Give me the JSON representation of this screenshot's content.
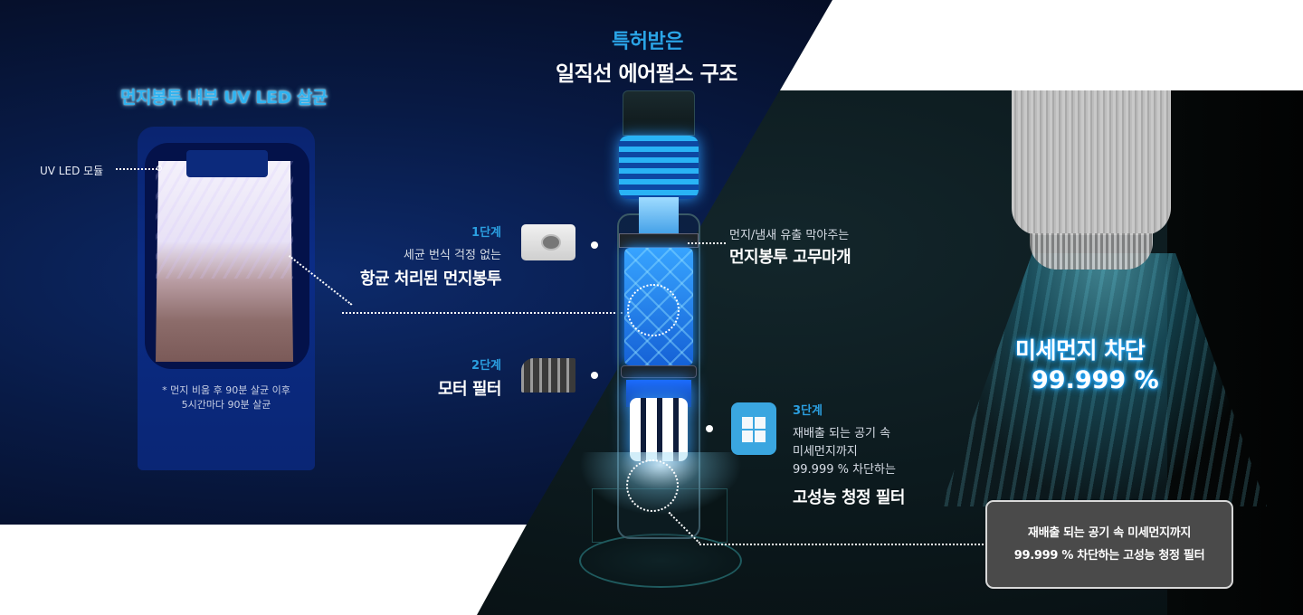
{
  "colors": {
    "accent_blue": "#2b9fe0",
    "glow_blue": "#2fb3f0",
    "navy_panel": "#081a45",
    "teal_panel": "#0c1a1e",
    "callout_bg": "#4a4a4a",
    "white": "#ffffff"
  },
  "left_section": {
    "title": "먼지봉투 내부 UV LED 살균",
    "uv_led_label": "UV LED 모듈",
    "note_line1": "* 먼지 비움 후 90분 살균 이후",
    "note_line2": "5시간마다  90분 살균"
  },
  "center_section": {
    "subtitle": "특허받은",
    "title": "일직선 에어펄스 구조"
  },
  "stages": [
    {
      "number": "1단계",
      "description": "세균 번식 걱정 없는",
      "title": "항균 처리된 먼지봉투",
      "icon": "dust-bag-icon"
    },
    {
      "number": "2단계",
      "title": "모터 필터",
      "icon": "motor-filter-icon"
    },
    {
      "number": "3단계",
      "description_lines": [
        "재배출 되는 공기 속",
        "미세먼지까지",
        "99.999 % 차단하는"
      ],
      "title": "고성능 청정 필터",
      "icon": "hepa-filter-icon"
    }
  ],
  "gasket": {
    "description": "먼지/냄새 유출 막아주는",
    "title": "먼지봉투 고무마개"
  },
  "purifier_section": {
    "title": "미세먼지 차단",
    "value": "99.999 %"
  },
  "callout_box": {
    "line1": "재배출 되는 공기 속 미세먼지까지",
    "line2": "99.999 % 차단하는 고성능 청정 필터"
  }
}
